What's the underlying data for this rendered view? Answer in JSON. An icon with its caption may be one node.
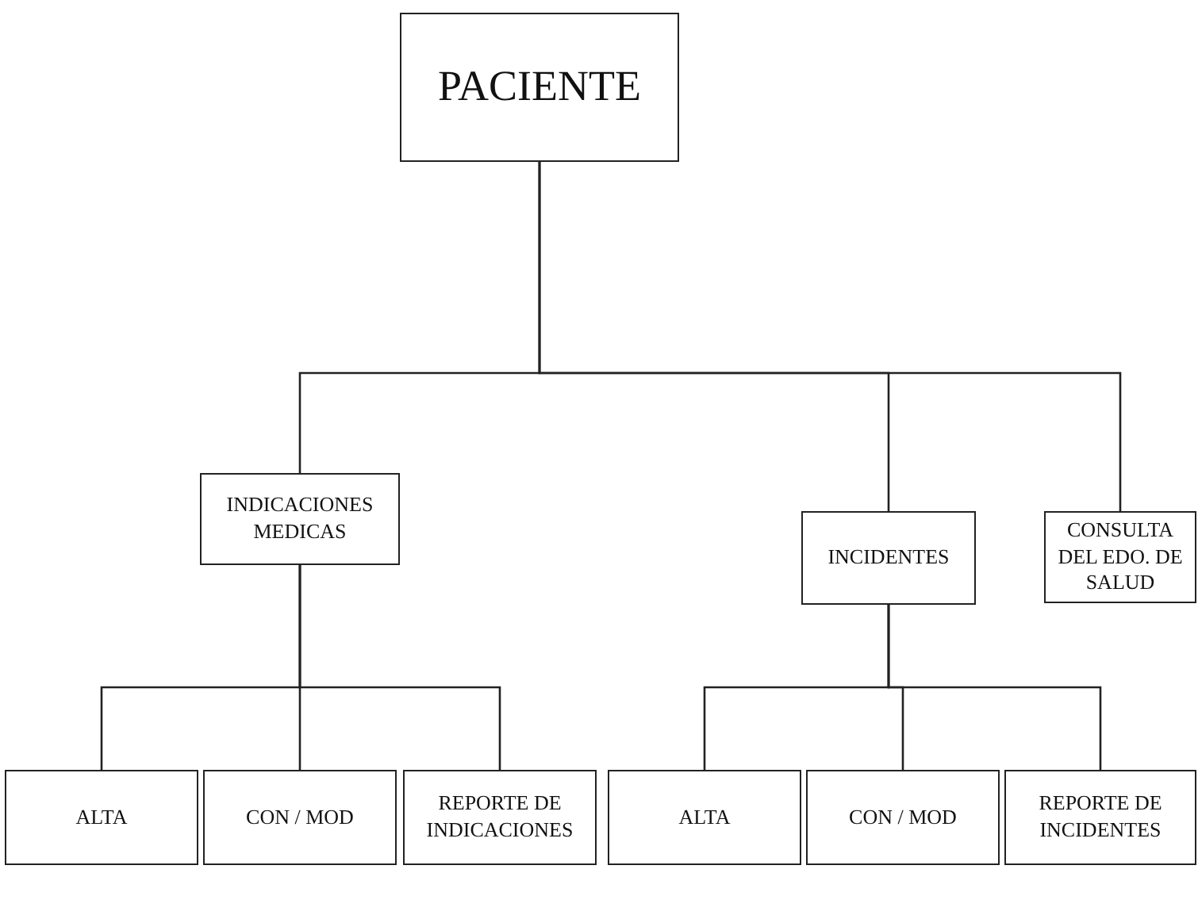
{
  "diagram": {
    "nodes": [
      {
        "text": [
          "PACIENTE"
        ]
      },
      {
        "text": [
          "INDICACIONES MEDICAS"
        ]
      },
      {
        "text": [
          "INCIDENTES"
        ]
      },
      {
        "text": [
          "CONSULTA DEL EDO. DE SALUD"
        ]
      },
      {
        "text": [
          "ALTA"
        ]
      },
      {
        "text": [
          "CON / MOD"
        ]
      },
      {
        "text": [
          "REPORTE DE INDICACIONES"
        ]
      },
      {
        "text": [
          "ALTA"
        ]
      },
      {
        "text": [
          "CON / MOD"
        ]
      },
      {
        "text": [
          "REPORTE DE INCIDENTES"
        ]
      }
    ],
    "edges": [
      {
        "from": 0,
        "to": 1,
        "arrow": "none"
      },
      {
        "from": 0,
        "to": 2,
        "arrow": "none"
      },
      {
        "from": 0,
        "to": 3,
        "arrow": "none"
      },
      {
        "from": 1,
        "to": 4,
        "arrow": "none"
      },
      {
        "from": 1,
        "to": 5,
        "arrow": "none"
      },
      {
        "from": 1,
        "to": 6,
        "arrow": "none"
      },
      {
        "from": 2,
        "to": 7,
        "arrow": "none"
      },
      {
        "from": 2,
        "to": 8,
        "arrow": "none"
      },
      {
        "from": 2,
        "to": 9,
        "arrow": "none"
      }
    ]
  }
}
